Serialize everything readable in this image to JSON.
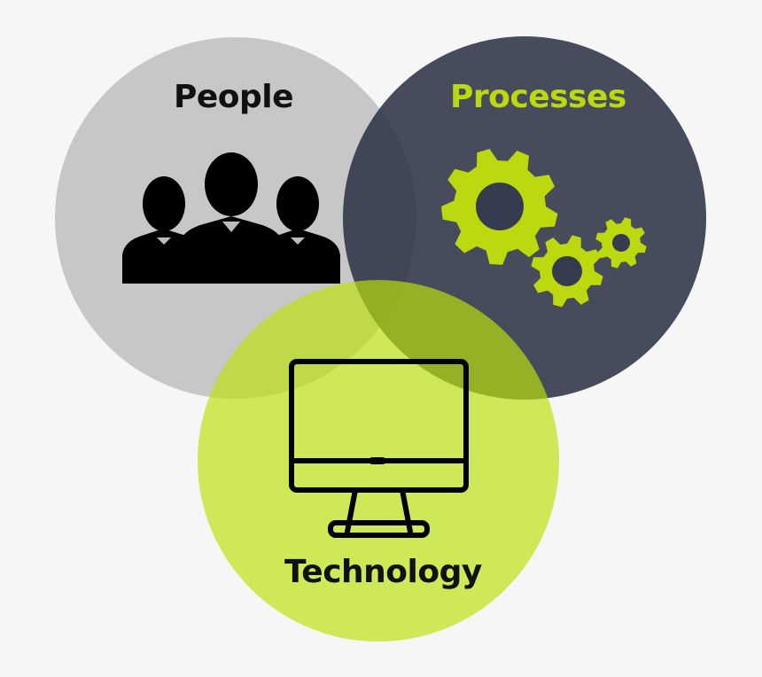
{
  "circles": [
    {
      "key": "people",
      "label": "People",
      "fill": "#c2c2c2",
      "icon": "people-icon"
    },
    {
      "key": "processes",
      "label": "Processes",
      "fill": "#353b4e",
      "icon": "gears-icon"
    },
    {
      "key": "technology",
      "label": "Technology",
      "fill": "#bde10c",
      "icon": "monitor-icon"
    }
  ],
  "colors": {
    "background": "#f6f6f6",
    "dark_text": "#111111",
    "accent": "#bcd90f"
  }
}
